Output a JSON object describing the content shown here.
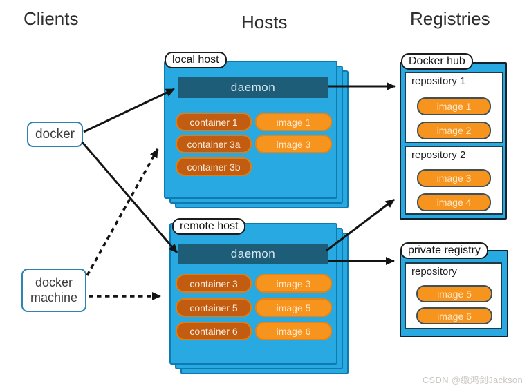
{
  "headers": {
    "clients": "Clients",
    "hosts": "Hosts",
    "registries": "Registries"
  },
  "clients": {
    "docker": "docker",
    "docker_machine": "docker machine"
  },
  "hosts": [
    {
      "label": "local host",
      "daemon": "daemon",
      "containers": [
        "container 1",
        "container 3a",
        "container 3b"
      ],
      "images": [
        "image 1",
        "image 3"
      ]
    },
    {
      "label": "remote host",
      "daemon": "daemon",
      "containers": [
        "container 3",
        "container 5",
        "container 6"
      ],
      "images": [
        "image 3",
        "image 5",
        "image 6"
      ]
    }
  ],
  "registries": [
    {
      "label": "Docker hub",
      "repositories": [
        {
          "title": "repository 1",
          "images": [
            "image 1",
            "image 2"
          ]
        },
        {
          "title": "repository 2",
          "images": [
            "image 3",
            "image 4"
          ]
        }
      ]
    },
    {
      "label": "private registry",
      "repositories": [
        {
          "title": "repository",
          "images": [
            "image 5",
            "image 6"
          ]
        }
      ]
    }
  ],
  "watermark": "CSDN @缴鸿剑Jackson",
  "colors": {
    "host-blue": "#29a9e1",
    "host-border": "#0d7ab0",
    "daemon-fill": "#1d5d78",
    "daemon-text": "#d9e9f1",
    "container-fill": "#c25c10",
    "container-border": "#e07e16",
    "image-fill": "#f7941e",
    "image-border": "#e8830f",
    "registry-pill-border": "#3f5059",
    "registry-outer-border": "#10232c",
    "inner-box-border": "#1d3a46",
    "client-border": "#2e84b0",
    "label-border": "#1c1c1c",
    "arrow": "#141414",
    "watermark": "#cbc7c2"
  }
}
